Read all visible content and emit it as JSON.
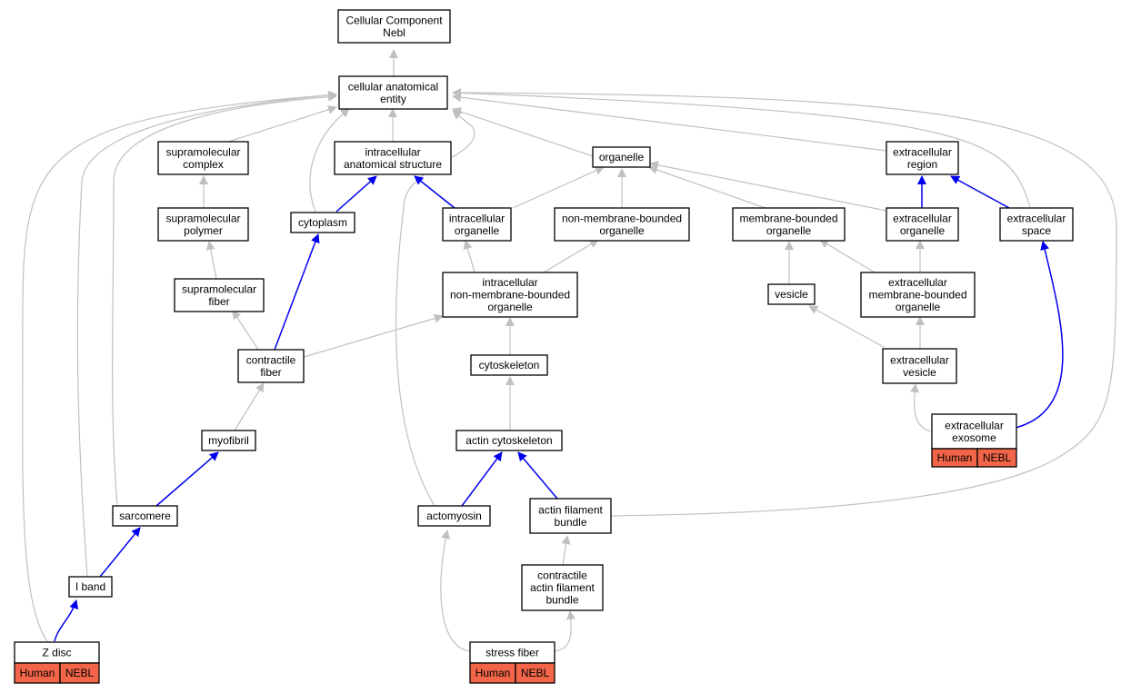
{
  "colors": {
    "is_a_edge": "#c0c0c0",
    "part_of_edge": "#0000ee",
    "annotation_fill": "#f26548"
  },
  "nodes": {
    "root": [
      "Cellular Component",
      "Nebl"
    ],
    "cae": [
      "cellular anatomical",
      "entity"
    ],
    "smc": [
      "supramolecular",
      "complex"
    ],
    "ias": [
      "intracellular",
      "anatomical structure"
    ],
    "org": [
      "organelle"
    ],
    "ecr": [
      "extracellular",
      "region"
    ],
    "smp": [
      "supramolecular",
      "polymer"
    ],
    "cyto": [
      "cytoplasm"
    ],
    "io": [
      "intracellular",
      "organelle"
    ],
    "nmbo": [
      "non-membrane-bounded",
      "organelle"
    ],
    "mbo": [
      "membrane-bounded",
      "organelle"
    ],
    "eco": [
      "extracellular",
      "organelle"
    ],
    "ecs": [
      "extracellular",
      "space"
    ],
    "smf": [
      "supramolecular",
      "fiber"
    ],
    "inmbo": [
      "intracellular",
      "non-membrane-bounded",
      "organelle"
    ],
    "ves": [
      "vesicle"
    ],
    "embo": [
      "extracellular",
      "membrane-bounded",
      "organelle"
    ],
    "cf": [
      "contractile",
      "fiber"
    ],
    "csk": [
      "cytoskeleton"
    ],
    "ecv": [
      "extracellular",
      "vesicle"
    ],
    "myo": [
      "myofibril"
    ],
    "acsk": [
      "actin cytoskeleton"
    ],
    "exo": [
      "extracellular",
      "exosome"
    ],
    "sarc": [
      "sarcomere"
    ],
    "actm": [
      "actomyosin"
    ],
    "afb": [
      "actin filament",
      "bundle"
    ],
    "caf": [
      "contractile",
      "actin filament",
      "bundle"
    ],
    "iband": [
      "I band"
    ],
    "zdisc": [
      "Z disc"
    ],
    "sf": [
      "stress fiber"
    ]
  },
  "annotations": {
    "exo": [
      "Human",
      "NEBL"
    ],
    "zdisc": [
      "Human",
      "NEBL"
    ],
    "sf": [
      "Human",
      "NEBL"
    ]
  }
}
